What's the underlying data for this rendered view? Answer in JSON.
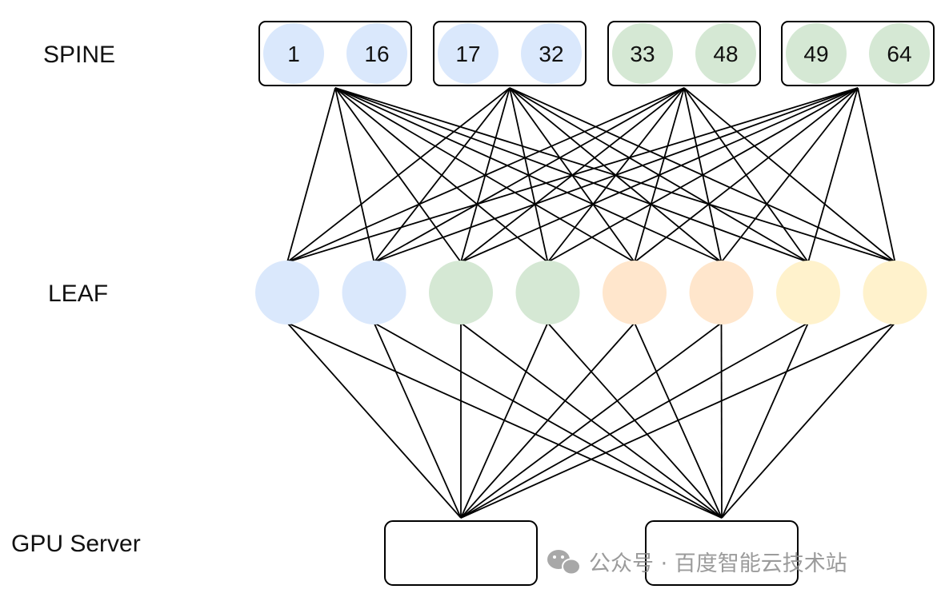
{
  "labels": {
    "spine": "SPINE",
    "leaf": "LEAF",
    "gpu": "GPU Server"
  },
  "spine_groups": [
    {
      "first": "1",
      "last": "16",
      "color": "#dae8fc"
    },
    {
      "first": "17",
      "last": "32",
      "color": "#dae8fc"
    },
    {
      "first": "33",
      "last": "48",
      "color": "#d5e8d4"
    },
    {
      "first": "49",
      "last": "64",
      "color": "#d5e8d4"
    }
  ],
  "leaf_nodes": [
    {
      "color": "#dae8fc"
    },
    {
      "color": "#dae8fc"
    },
    {
      "color": "#d5e8d4"
    },
    {
      "color": "#d5e8d4"
    },
    {
      "color": "#ffe6cc"
    },
    {
      "color": "#ffe6cc"
    },
    {
      "color": "#fff2cc"
    },
    {
      "color": "#fff2cc"
    }
  ],
  "gpu_servers": [
    {},
    {}
  ],
  "watermark": {
    "text": "公众号 · 百度智能云技术站",
    "icon": "wechat-icon"
  }
}
